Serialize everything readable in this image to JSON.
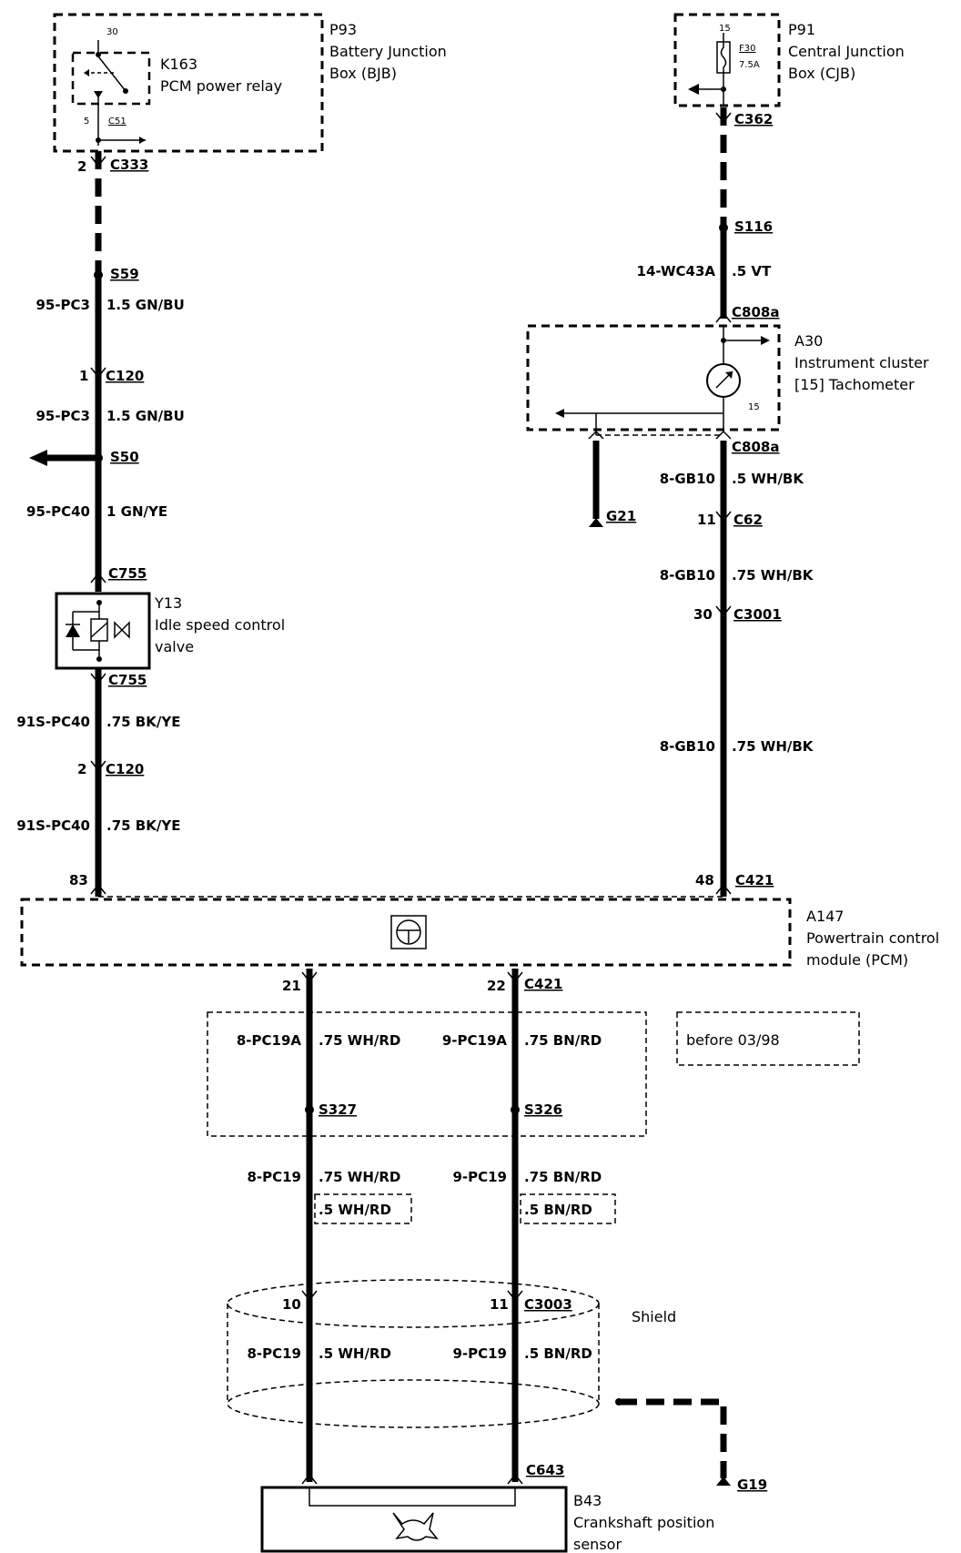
{
  "components": {
    "p93": {
      "id": "P93",
      "line1": "Battery Junction",
      "line2": "Box (BJB)"
    },
    "k163": {
      "id": "K163",
      "name": "PCM power relay",
      "pin_in": "30",
      "pin_out": "5",
      "conn": "C51"
    },
    "p91": {
      "id": "P91",
      "line1": "Central Junction",
      "line2": "Box (CJB)",
      "pin": "15",
      "fuse": "F30",
      "rating": "7.5A"
    },
    "a30": {
      "id": "A30",
      "line1": "Instrument cluster",
      "line2": "[15] Tachometer",
      "pin": "15"
    },
    "y13": {
      "id": "Y13",
      "line1": "Idle speed control",
      "line2": "valve"
    },
    "a147": {
      "id": "A147",
      "line1": "Powertrain control",
      "line2": "module (PCM)"
    },
    "b43": {
      "id": "B43",
      "line1": "Crankshaft position",
      "line2": "sensor"
    },
    "shield": "Shield",
    "before_note": "before 03/98"
  },
  "connectors": {
    "c333": "C333",
    "c333_pin": "2",
    "s59": "S59",
    "c120a": "C120",
    "c120a_pin": "1",
    "s50": "S50",
    "c755a": "C755",
    "c755b": "C755",
    "c120b": "C120",
    "c120b_pin": "2",
    "pcm_left_pin": "83",
    "c362": "C362",
    "s116": "S116",
    "c808a_top": "C808a",
    "c808a_bot": "C808a",
    "g21": "G21",
    "c62": "C62",
    "c62_pin": "11",
    "c3001": "C3001",
    "c3001_pin": "30",
    "c421_top": "C421",
    "c421_top_pin": "48",
    "c421_bot": "C421",
    "c421_pin_l": "21",
    "c421_pin_r": "22",
    "s327": "S327",
    "s326": "S326",
    "c3003": "C3003",
    "c3003_pin_l": "10",
    "c3003_pin_r": "11",
    "c643": "C643",
    "g19": "G19"
  },
  "wires": {
    "l1_code": "95-PC3",
    "l1_spec": "1.5 GN/BU",
    "l2_code": "95-PC3",
    "l2_spec": "1.5 GN/BU",
    "l3_code": "95-PC40",
    "l3_spec": "1 GN/YE",
    "l4_code": "91S-PC40",
    "l4_spec": ".75 BK/YE",
    "l5_code": "91S-PC40",
    "l5_spec": ".75 BK/YE",
    "r1_code": "14-WC43A",
    "r1_spec": ".5 VT",
    "r2_code": "8-GB10",
    "r2_spec": ".5 WH/BK",
    "r3_code": "8-GB10",
    "r3_spec": ".75 WH/BK",
    "r4_code": "8-GB10",
    "r4_spec": ".75 WH/BK",
    "b1_code": "8-PC19A",
    "b1_spec": ".75 WH/RD",
    "b2_code": "9-PC19A",
    "b2_spec": ".75 BN/RD",
    "b3_code": "8-PC19",
    "b3_spec": ".75 WH/RD",
    "b3_alt": ".5 WH/RD",
    "b4_code": "9-PC19",
    "b4_spec": ".75 BN/RD",
    "b4_alt": ".5 BN/RD",
    "b5_code": "8-PC19",
    "b5_spec": ".5 WH/RD",
    "b6_code": "9-PC19",
    "b6_spec": ".5 BN/RD"
  }
}
